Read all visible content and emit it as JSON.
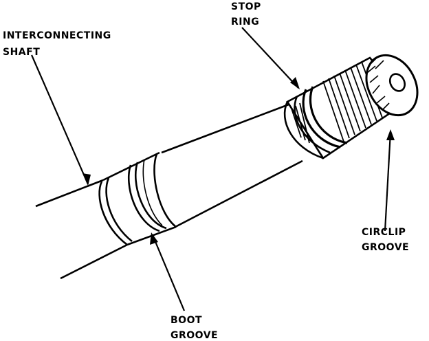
{
  "labels": {
    "interconnecting_shaft": [
      "INTERCONNECTING",
      "SHAFT"
    ],
    "stop_ring": [
      "STOP",
      "RING"
    ],
    "circlip_groove": [
      "CIRCLIP",
      "GROOVE"
    ],
    "boot_groove": [
      "BOOT",
      "GROOVE"
    ]
  },
  "colors": {
    "ink": "#000000",
    "paper": "#ffffff"
  }
}
